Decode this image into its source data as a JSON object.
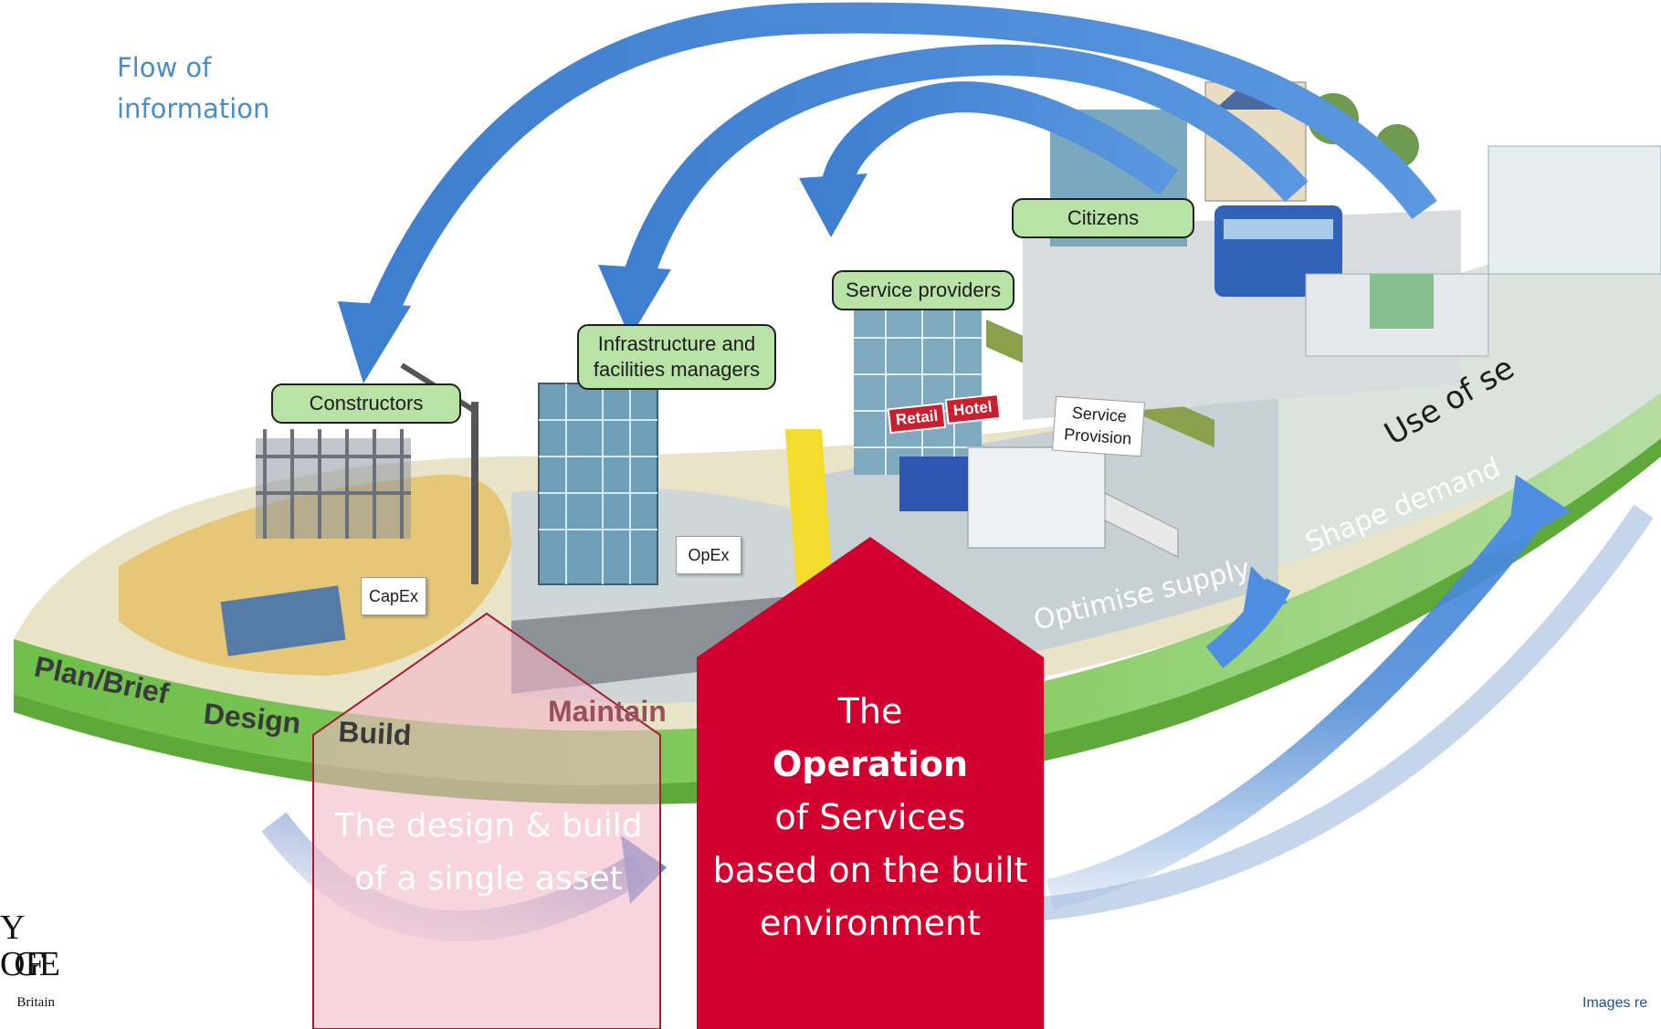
{
  "title": {
    "line1": "Flow of",
    "line2": "information"
  },
  "roles": {
    "constructors": "Constructors",
    "infrastructure_line1": "Infrastructure and",
    "infrastructure_line2": "facilities managers",
    "service_providers": "Service providers",
    "citizens": "Citizens"
  },
  "tags": {
    "capex": "CapEx",
    "opex": "OpEx",
    "service_line1": "Service",
    "service_line2": "Provision",
    "retail": "Retail",
    "hotel": "Hotel"
  },
  "stages": {
    "plan": "Plan/Brief",
    "design": "Design",
    "build": "Build",
    "maintain": "Maintain",
    "optimise": "Optimise supply",
    "shape": "Shape demand",
    "use": "Use of se"
  },
  "design_box": {
    "line1": "The design & build",
    "line2": "of a single asset"
  },
  "operation_box": {
    "line1": "The",
    "line2": "Operation",
    "line3": "of Services",
    "line4": "based on the built",
    "line5": "environment"
  },
  "logo": {
    "line1": "Y OF",
    "line2": "GE",
    "line3": "Britain"
  },
  "credit": "Images re",
  "colors": {
    "arrow": "#3e7fd0",
    "green_label": "#b9e3a6",
    "ground_green": "#7cc24f",
    "operation_red": "#d2002e",
    "design_pink": "#f3b7c6",
    "title_blue": "#4a8ec9"
  }
}
